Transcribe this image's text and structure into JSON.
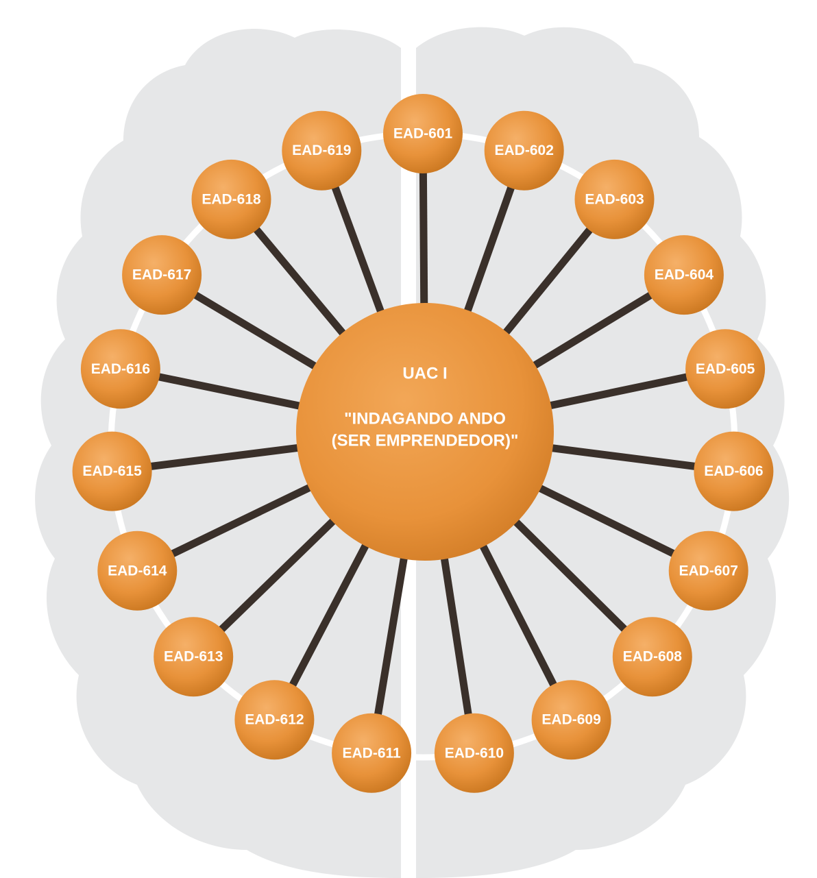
{
  "diagram": {
    "center": {
      "title": "UAC I",
      "subtitle_line1": "\"INDAGANDO ANDO",
      "subtitle_line2": "(SER EMPRENDEDOR)\""
    },
    "nodes": [
      "EAD-601",
      "EAD-602",
      "EAD-603",
      "EAD-604",
      "EAD-605",
      "EAD-606",
      "EAD-607",
      "EAD-608",
      "EAD-609",
      "EAD-610",
      "EAD-611",
      "EAD-612",
      "EAD-613",
      "EAD-614",
      "EAD-615",
      "EAD-616",
      "EAD-617",
      "EAD-618",
      "EAD-619"
    ]
  },
  "colors": {
    "node": "#E8923A",
    "node_highlight": "#F6B36A",
    "node_shadow": "#C06A1C",
    "spoke": "#3A302A",
    "ring": "#FFFFFF",
    "brain": "#E6E7E8"
  }
}
